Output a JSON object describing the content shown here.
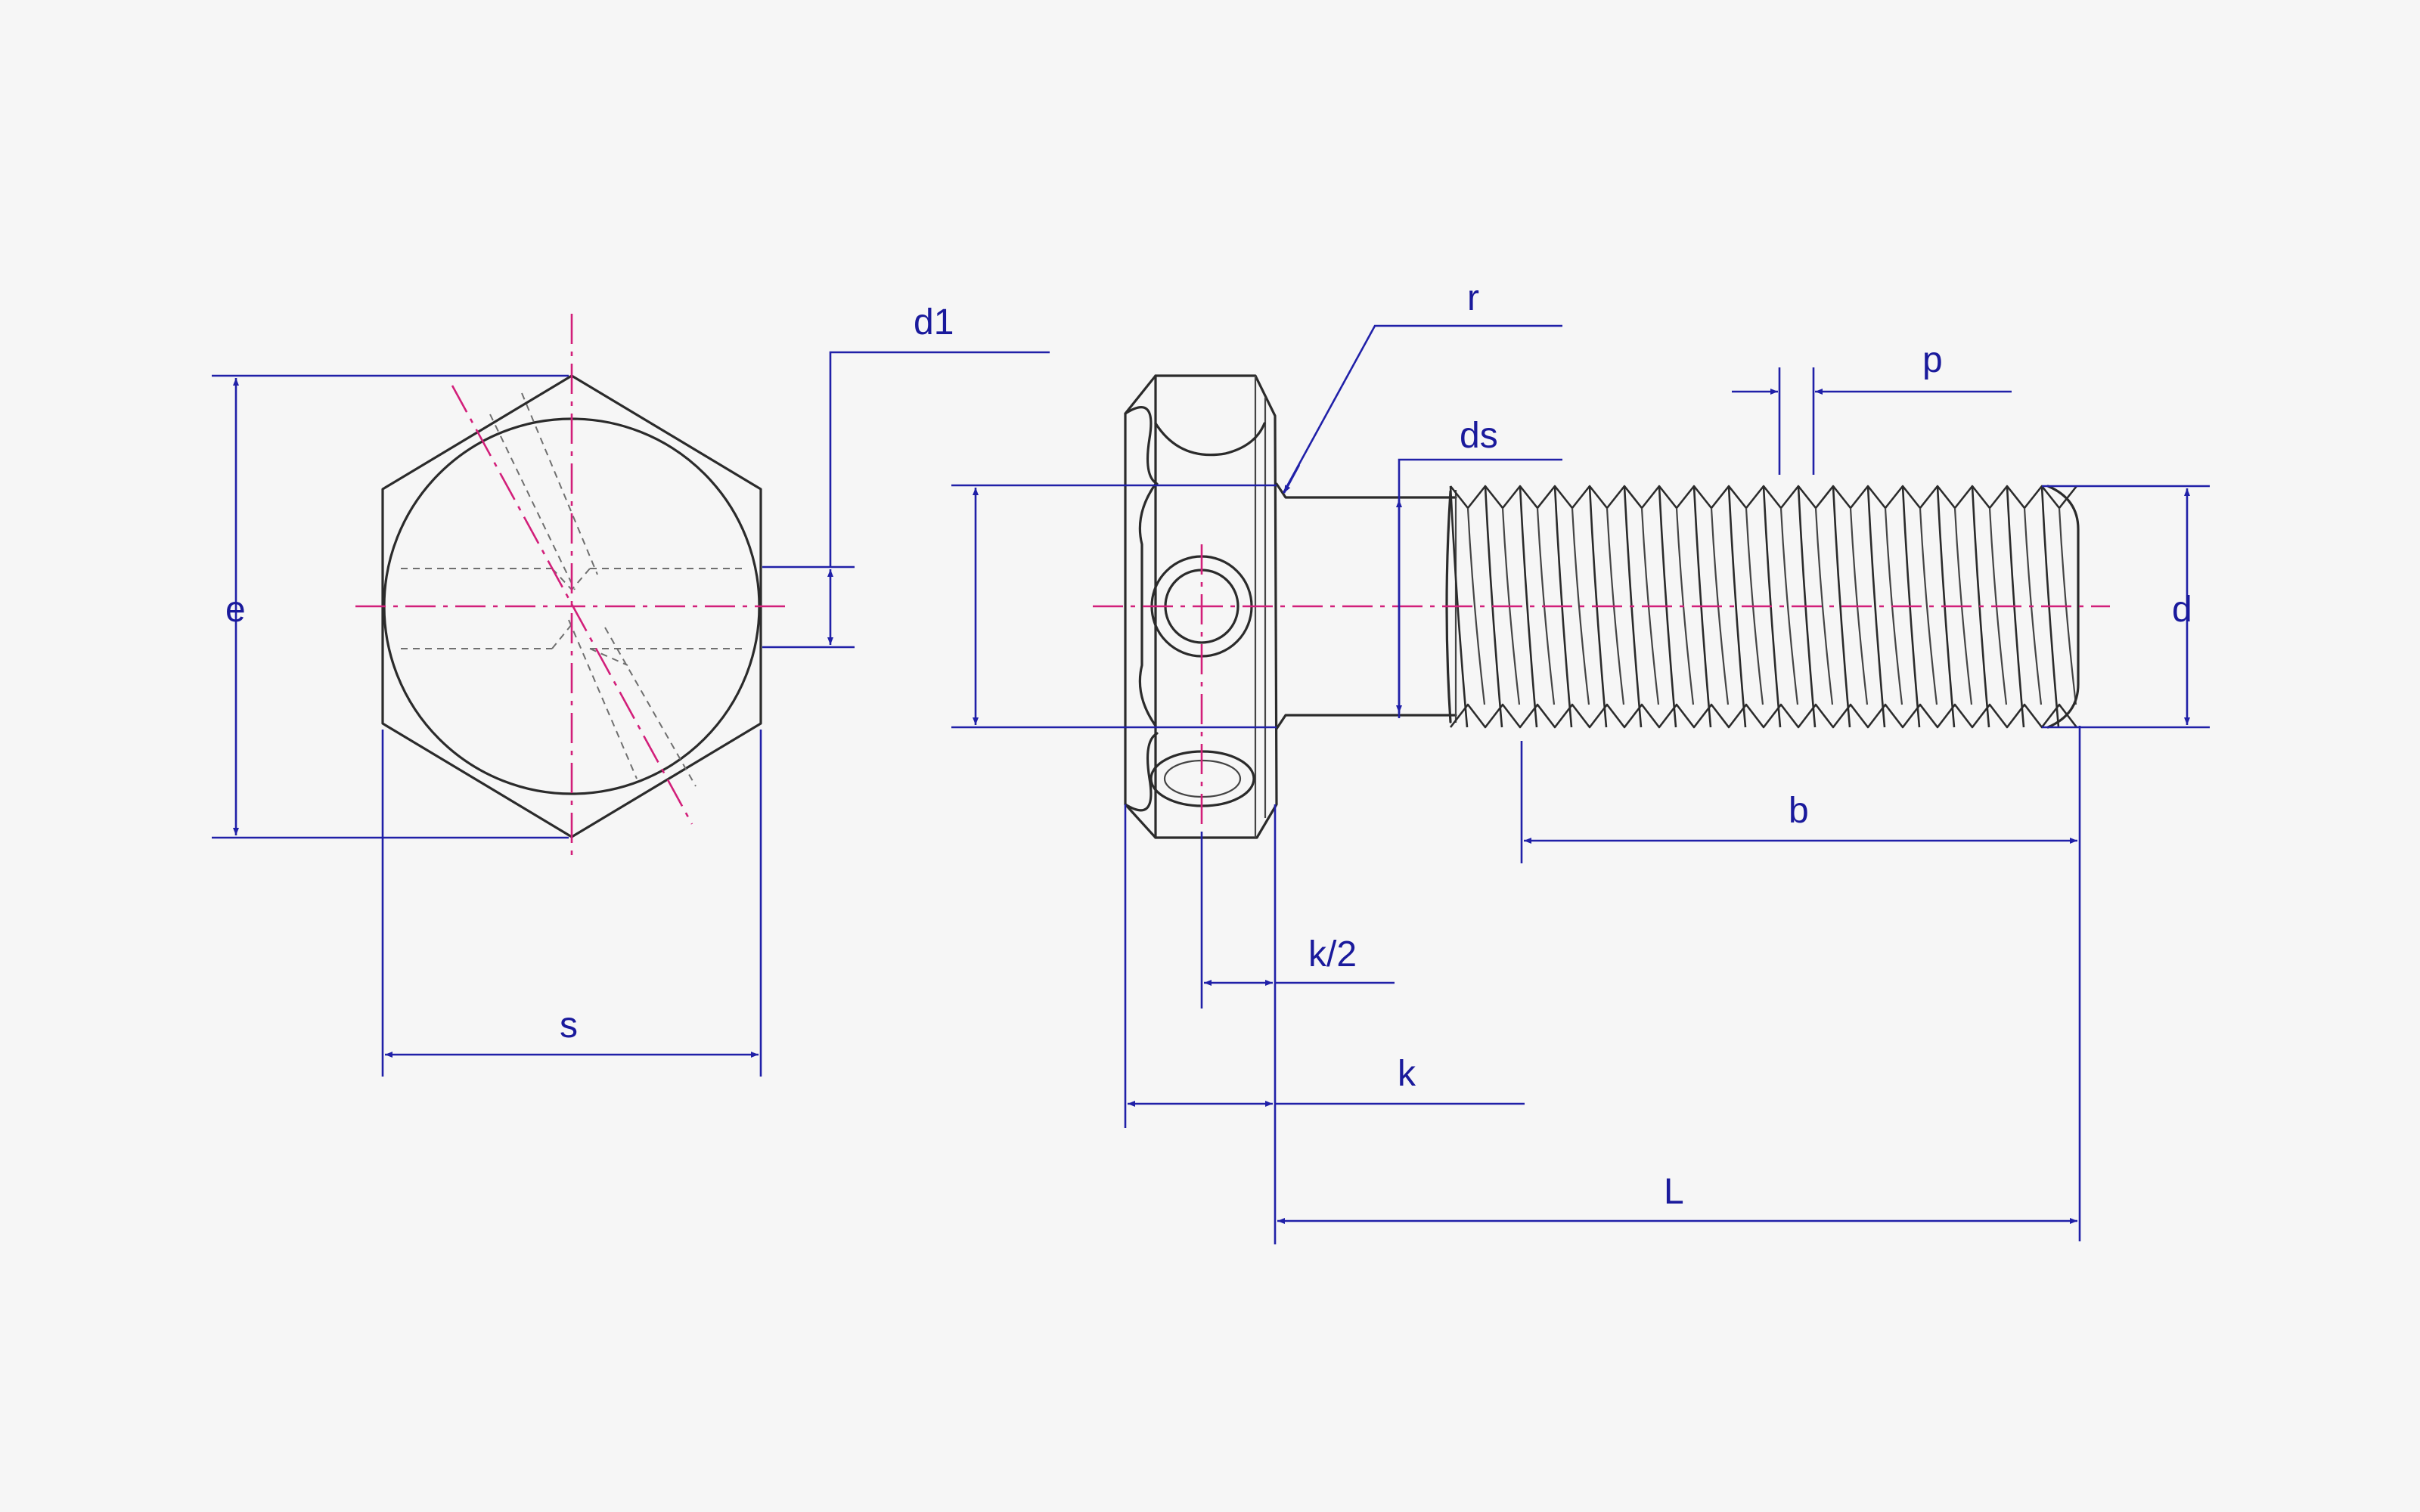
{
  "labels": {
    "e": "e",
    "s": "s",
    "d1": "d1",
    "r": "r",
    "ds": "ds",
    "p": "p",
    "d": "d",
    "b": "b",
    "k_half": "k/2",
    "k": "k",
    "L": "L"
  },
  "colors": {
    "outline": "#2b2b2b",
    "dimension": "#2020a8",
    "center_line": "#d21f7a",
    "background": "#f6f6f6"
  }
}
